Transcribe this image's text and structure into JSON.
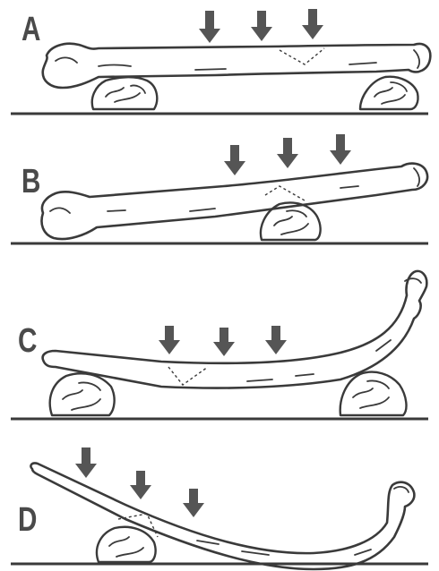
{
  "panels": [
    {
      "label": "A"
    },
    {
      "label": "B"
    },
    {
      "label": "C"
    },
    {
      "label": "D"
    }
  ],
  "icons": {
    "arrow": "down-arrow-icon",
    "rock": "rock-icon",
    "bone": "bone-icon"
  },
  "colors": {
    "ink": "#3a3a3a",
    "arrow": "#555555",
    "background": "#ffffff"
  }
}
